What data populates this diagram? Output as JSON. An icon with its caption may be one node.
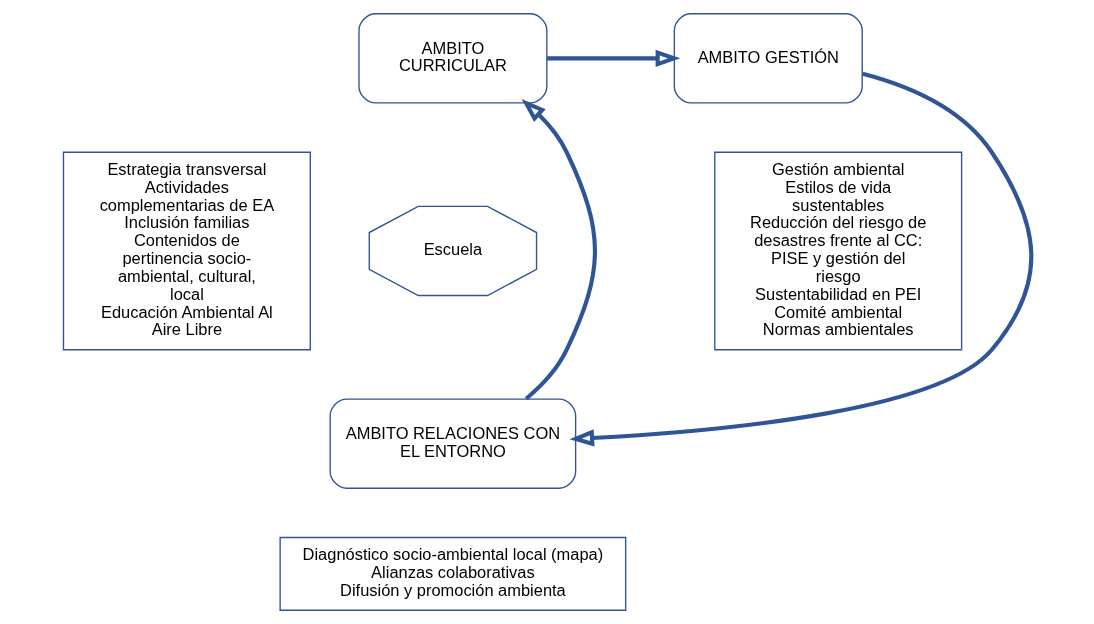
{
  "diagram": {
    "nodes": [
      {
        "text": [
          "AMBITO CURRICULAR"
        ]
      },
      {
        "text": [
          "AMBITO GESTIÓN"
        ]
      },
      {
        "text": [
          "Estrategia transversal",
          "Actividades complementarias de EA",
          "Inclusión familias",
          "Contenidos de pertinencia socio-ambiental, cultural, local",
          "Educación Ambiental Al Aire Libre"
        ]
      },
      {
        "text": [
          "Escuela"
        ]
      },
      {
        "text": [
          "Gestión ambiental",
          "Estilos de vida sustentables",
          "Reducción del riesgo de desastres frente al CC: PISE y gestión del riesgo",
          "Sustentabilidad en PEI",
          "Comité ambiental",
          "Normas ambientales"
        ]
      },
      {
        "text": [
          "AMBITO RELACIONES CON EL ENTORNO"
        ]
      },
      {
        "text": [
          "Diagnóstico socio-ambiental local (mapa)",
          "Alianzas colaborativas",
          "Difusión y promoción ambienta"
        ]
      }
    ],
    "edges": [
      {
        "from": 0,
        "to": 1,
        "arrow": "to"
      },
      {
        "from": 1,
        "to": 5,
        "arrow": "to"
      },
      {
        "from": 5,
        "to": 0,
        "arrow": "to"
      }
    ]
  }
}
